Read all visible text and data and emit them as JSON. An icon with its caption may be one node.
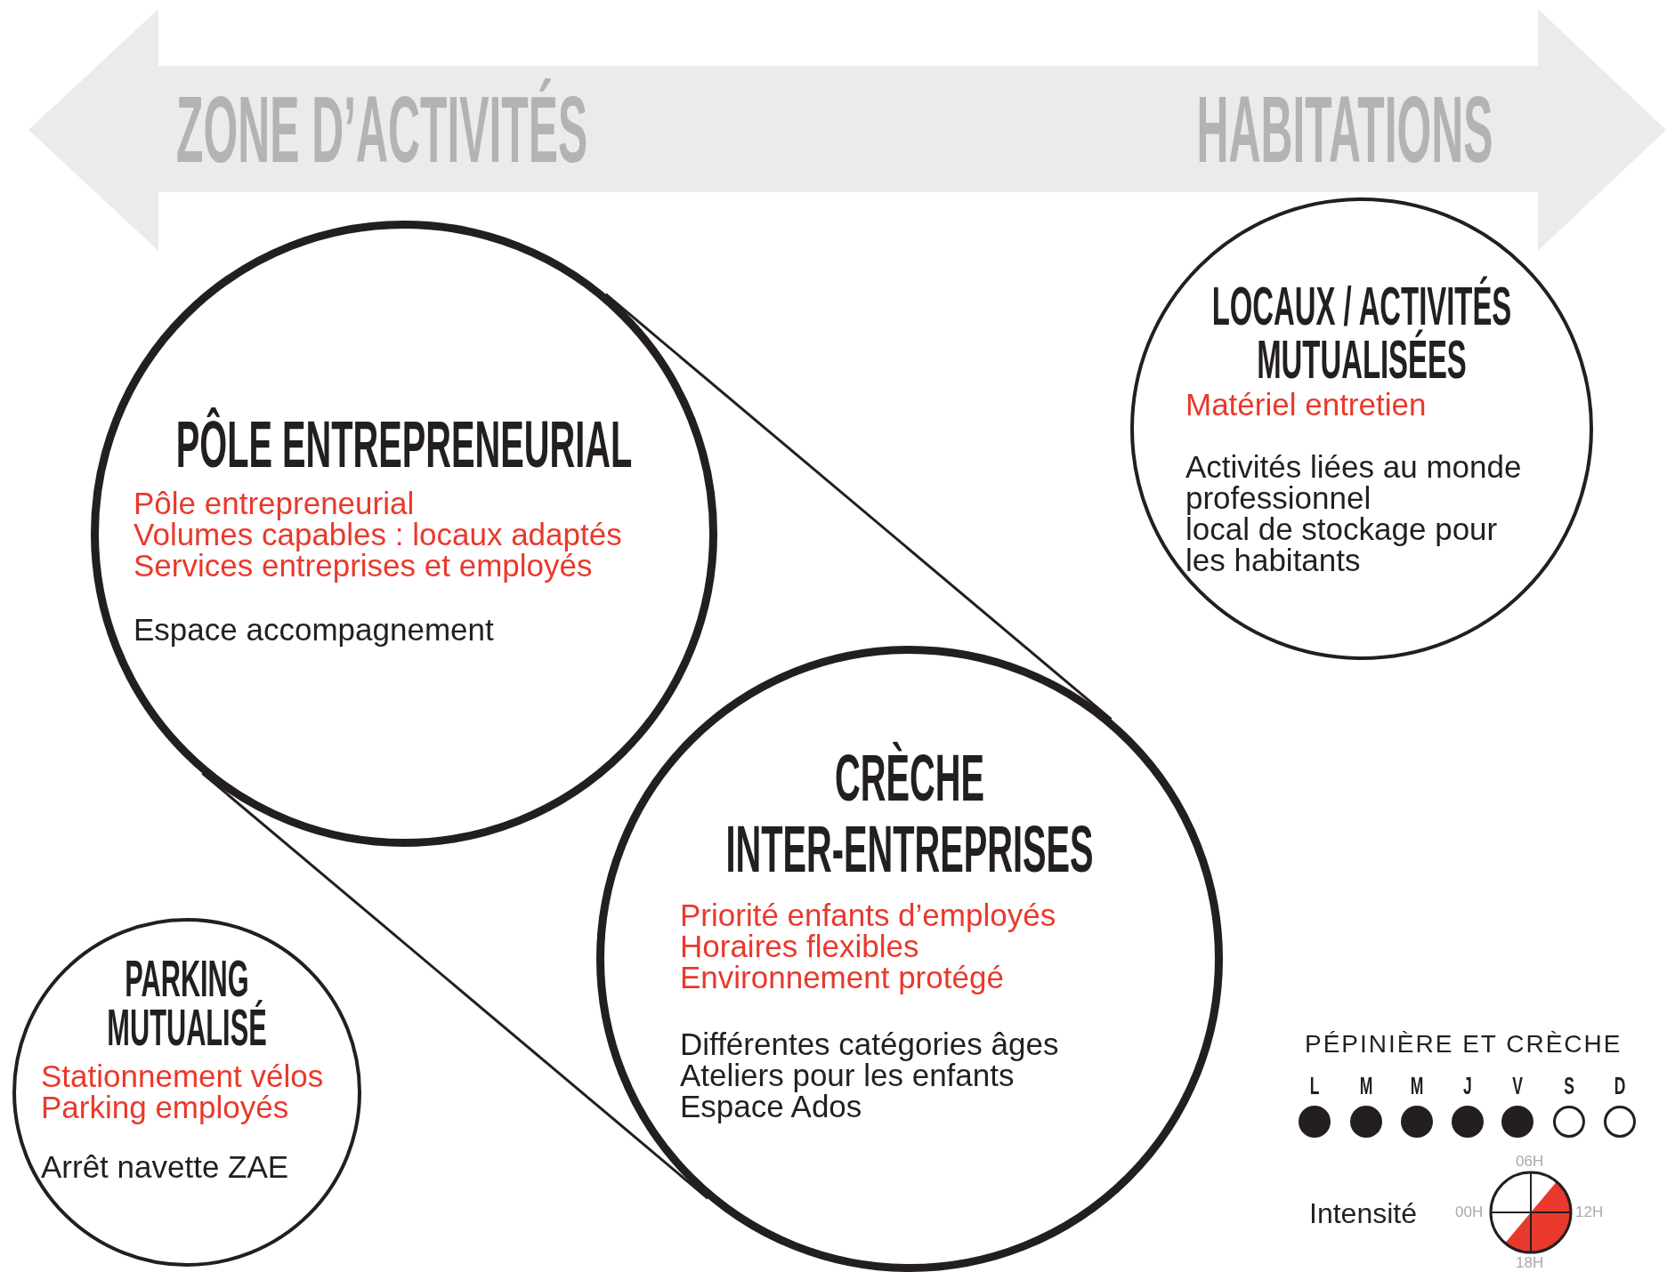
{
  "diagram": {
    "nodes": [
      {
        "text": [
          "ZONE D’ACTIVITÉS",
          "HABITATIONS"
        ]
      },
      {
        "text": [
          "PÔLE ENTREPRENEURIAL",
          "Pôle entrepreneurial",
          "Volumes capables : locaux adaptés",
          "Services entreprises et employés",
          "Espace accompagnement"
        ]
      },
      {
        "text": [
          "LOCAUX / ACTIVITÉS MUTUALISÉES",
          "Matériel entretien",
          "Activités liées au monde professionnel",
          "local de stockage pour les habitants"
        ]
      },
      {
        "text": [
          "CRÈCHE INTER-ENTREPRISES",
          "Priorité enfants d’employés",
          "Horaires flexibles",
          "Environnement protégé",
          "Différentes catégories âges",
          "Ateliers pour les enfants",
          "Espace Ados"
        ]
      },
      {
        "text": [
          "PARKING MUTUALISÉ",
          "Stationnement vélos",
          "Parking employés",
          "Arrêt navette ZAE"
        ]
      }
    ],
    "edges": [
      {
        "from": 1,
        "to": 3,
        "arrow": "none"
      },
      {
        "from": 1,
        "to": 3,
        "arrow": "none"
      }
    ],
    "labels": [
      "PÉPINIÈRE ET CRÈCHE",
      "L",
      "M",
      "M",
      "J",
      "V",
      "S",
      "D",
      "Intensité",
      "06H",
      "00H",
      "12H",
      "18H"
    ]
  }
}
